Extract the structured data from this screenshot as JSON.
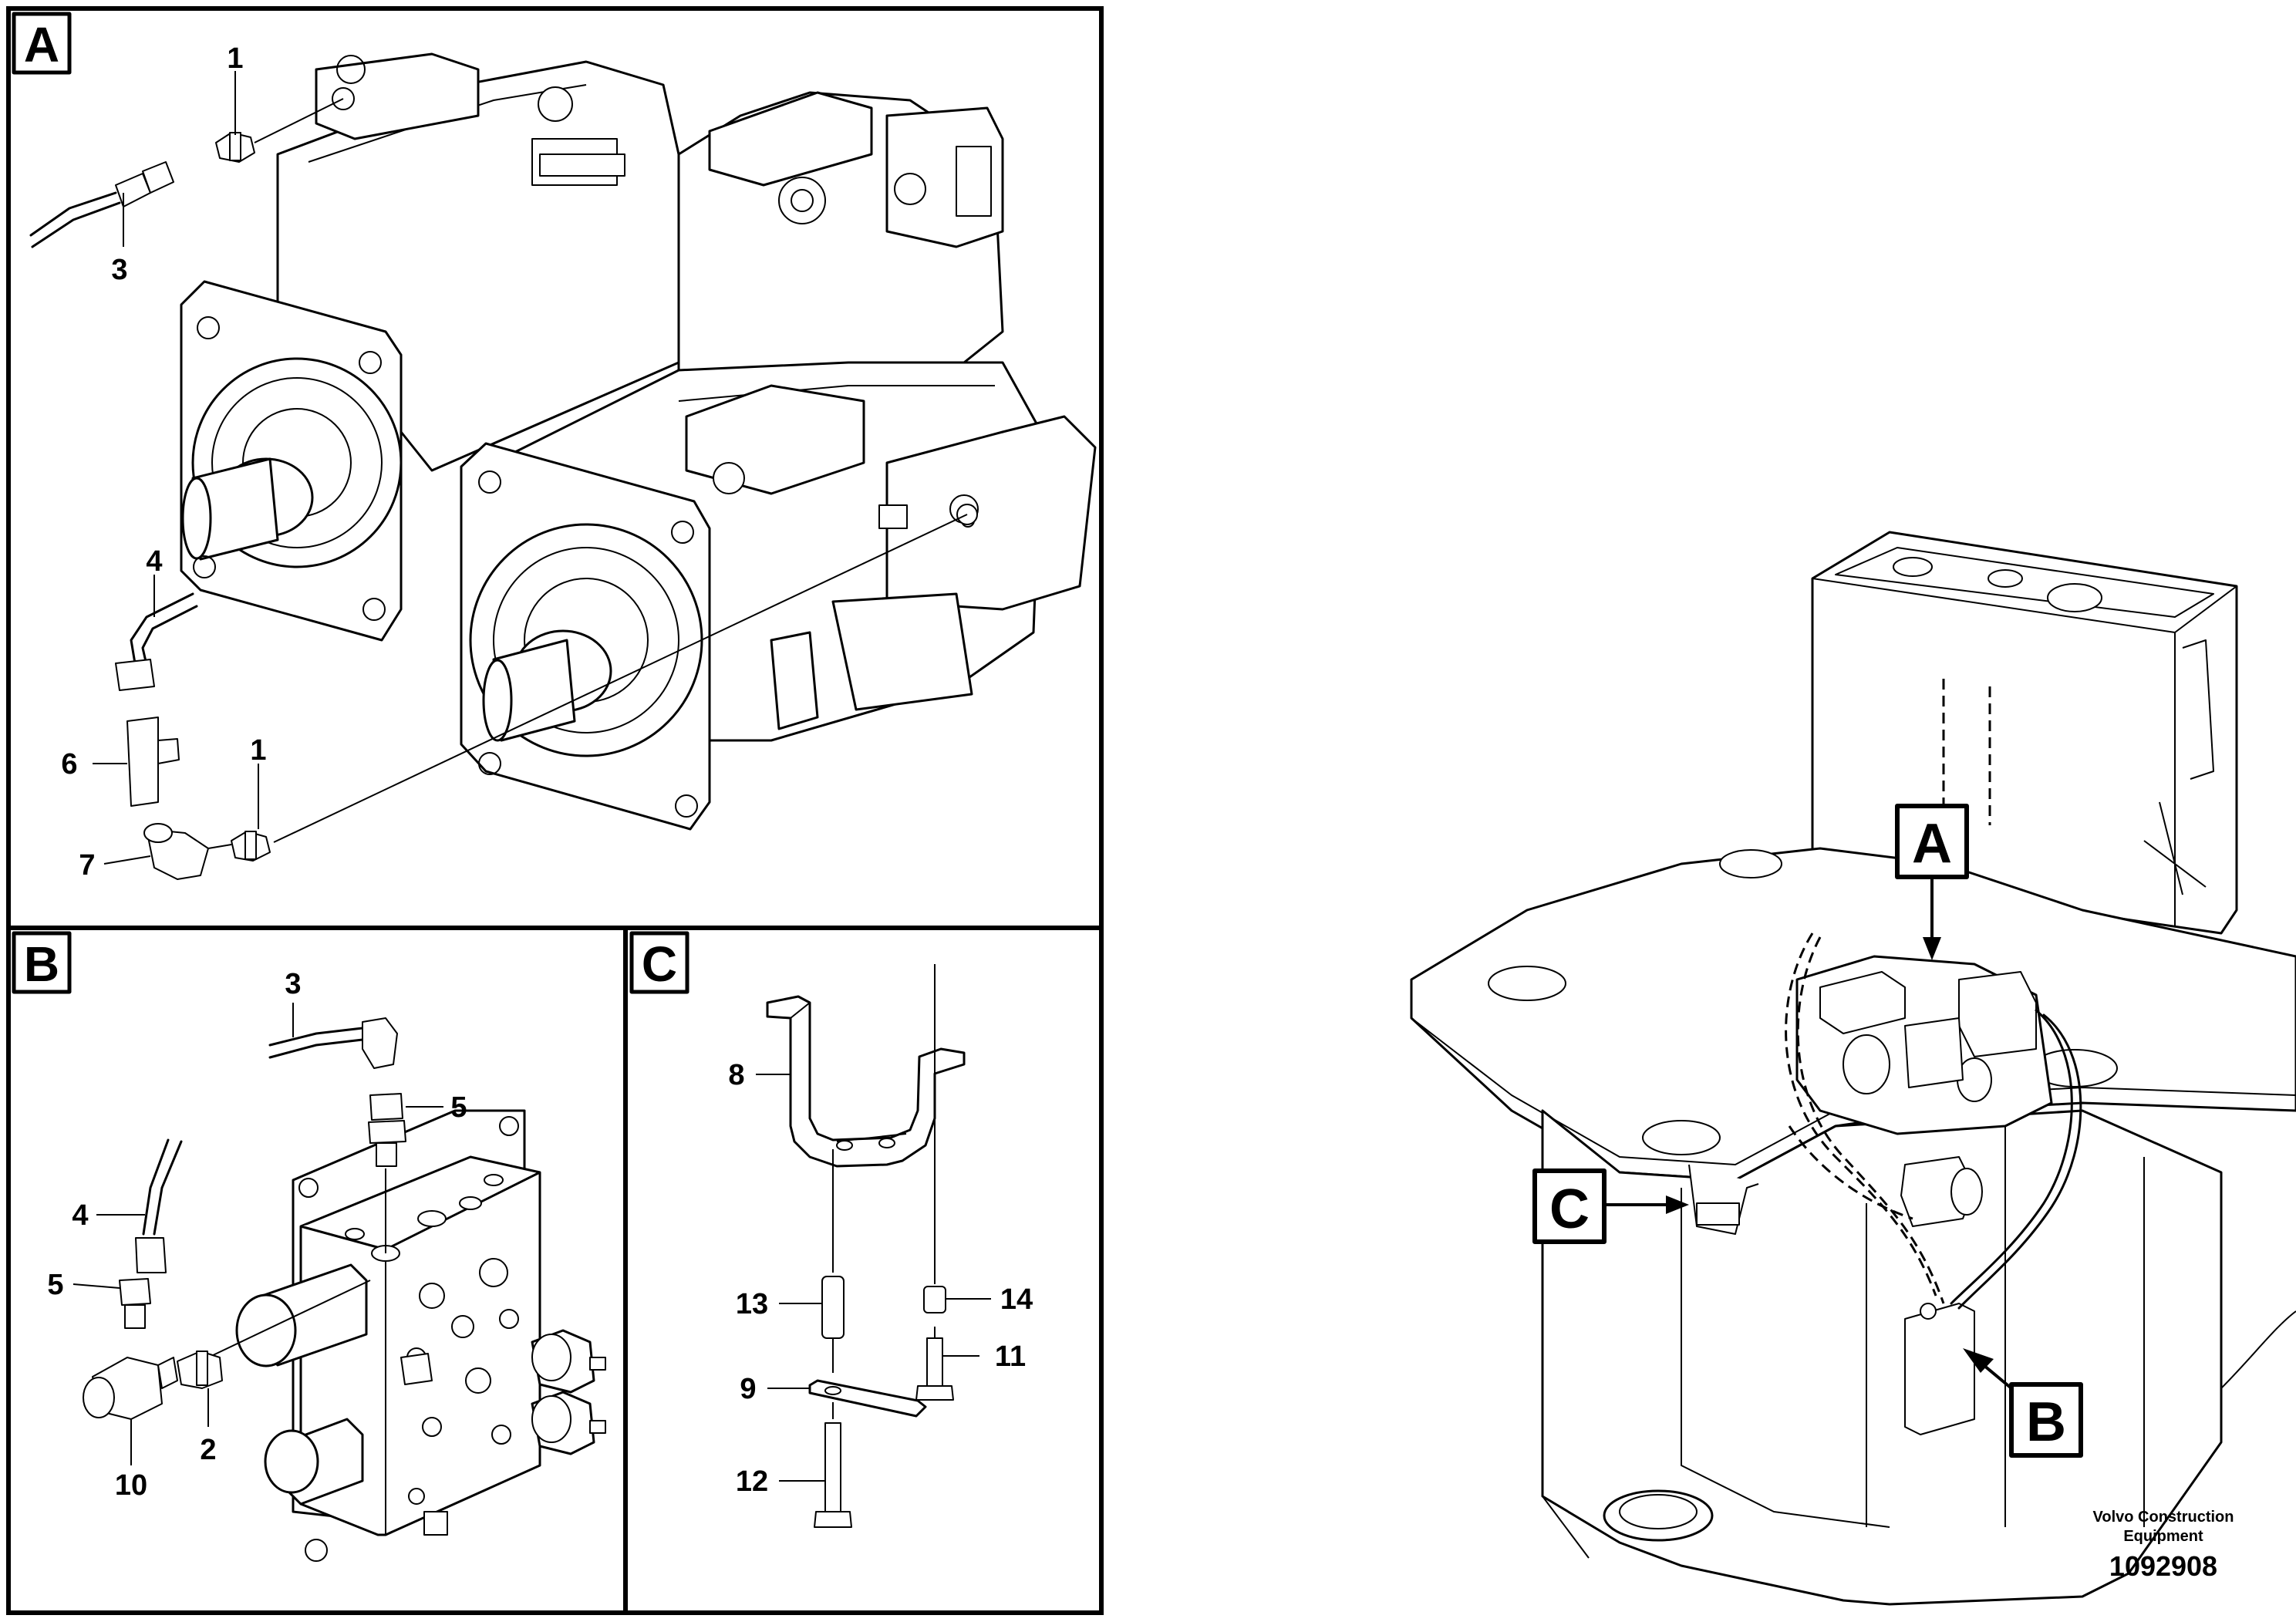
{
  "panels": {
    "a": {
      "label": "A"
    },
    "b": {
      "label": "B"
    },
    "c": {
      "label": "C"
    }
  },
  "callouts_a": [
    "1",
    "3",
    "4",
    "6",
    "1",
    "7"
  ],
  "callouts_b": [
    "3",
    "5",
    "4",
    "5",
    "2",
    "10"
  ],
  "callouts_c": [
    "8",
    "13",
    "14",
    "9",
    "11",
    "12"
  ],
  "overview": {
    "labels": [
      "A",
      "C",
      "B"
    ],
    "credit_line1": "Volvo Construction",
    "credit_line2": "Equipment",
    "doc_number": "1092908"
  }
}
